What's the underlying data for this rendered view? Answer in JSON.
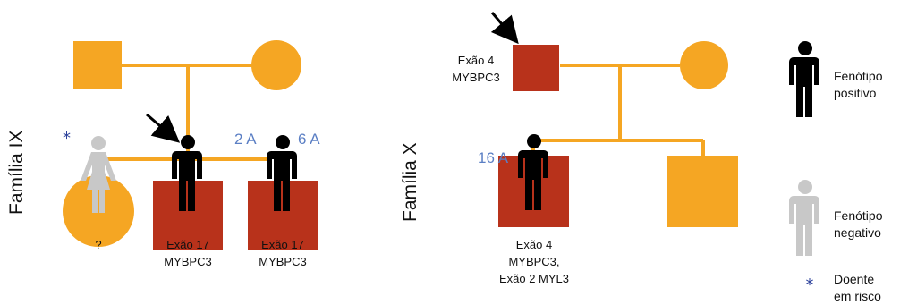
{
  "colors": {
    "unaffected": "#f5a623",
    "affected": "#b8321b",
    "line": "#f5a623",
    "positive_figure": "#000000",
    "negative_figure": "#c8c8c8",
    "age": "#5b7fc4",
    "risk_star": "#2a3f9a"
  },
  "family_ix": {
    "title": "Família IX",
    "children": [
      {
        "label": "?",
        "age": "",
        "figure": "negative",
        "at_risk": true
      },
      {
        "label_line1": "Exão 17",
        "label_line2": "MYBPC3",
        "age": "",
        "figure": "positive",
        "proband": true
      },
      {
        "label_line1": "Exão 17",
        "label_line2": "MYBPC3",
        "age_a": "2 A",
        "age_b": "6 A",
        "figure": "positive"
      }
    ]
  },
  "family_x": {
    "title": "Família X",
    "father": {
      "label_line1": "Exão 4",
      "label_line2": "MYBPC3",
      "proband": true
    },
    "children": [
      {
        "label_line1": "Exão 4",
        "label_line2": "MYBPC3,",
        "label_line3": "Exão 2 MYL3",
        "age": "16 A",
        "figure": "positive"
      },
      {
        "figure": "none"
      }
    ]
  },
  "legend": {
    "positive_line1": "Fenótipo",
    "positive_line2": "positivo",
    "negative_line1": "Fenótipo",
    "negative_line2": "negativo",
    "risk_line1": "Doente",
    "risk_line2": "em risco",
    "risk_symbol": "*"
  }
}
